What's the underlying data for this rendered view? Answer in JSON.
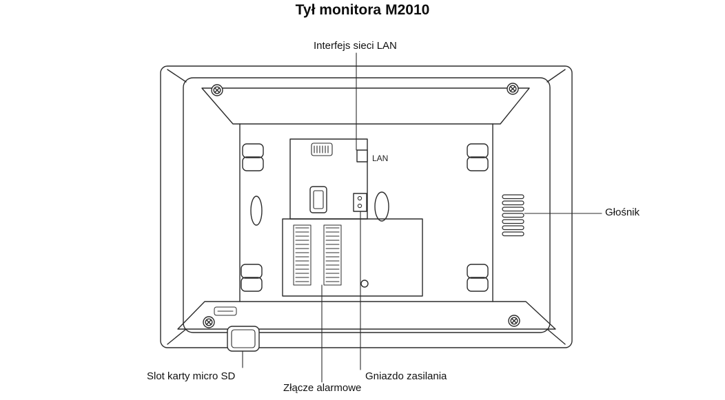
{
  "title": {
    "prefix": "Tył monitora",
    "model": "M2010"
  },
  "labels": {
    "lan_interface": "Interfejs sieci LAN",
    "speaker": "Głośnik",
    "sd_slot": "Slot karty micro SD",
    "alarm_connector": "Złącze alarmowe",
    "power_socket": "Gniazdo zasilania",
    "lan_port": "LAN"
  },
  "colors": {
    "line": "#2b2b2b",
    "text": "#111111",
    "background": "#ffffff"
  }
}
